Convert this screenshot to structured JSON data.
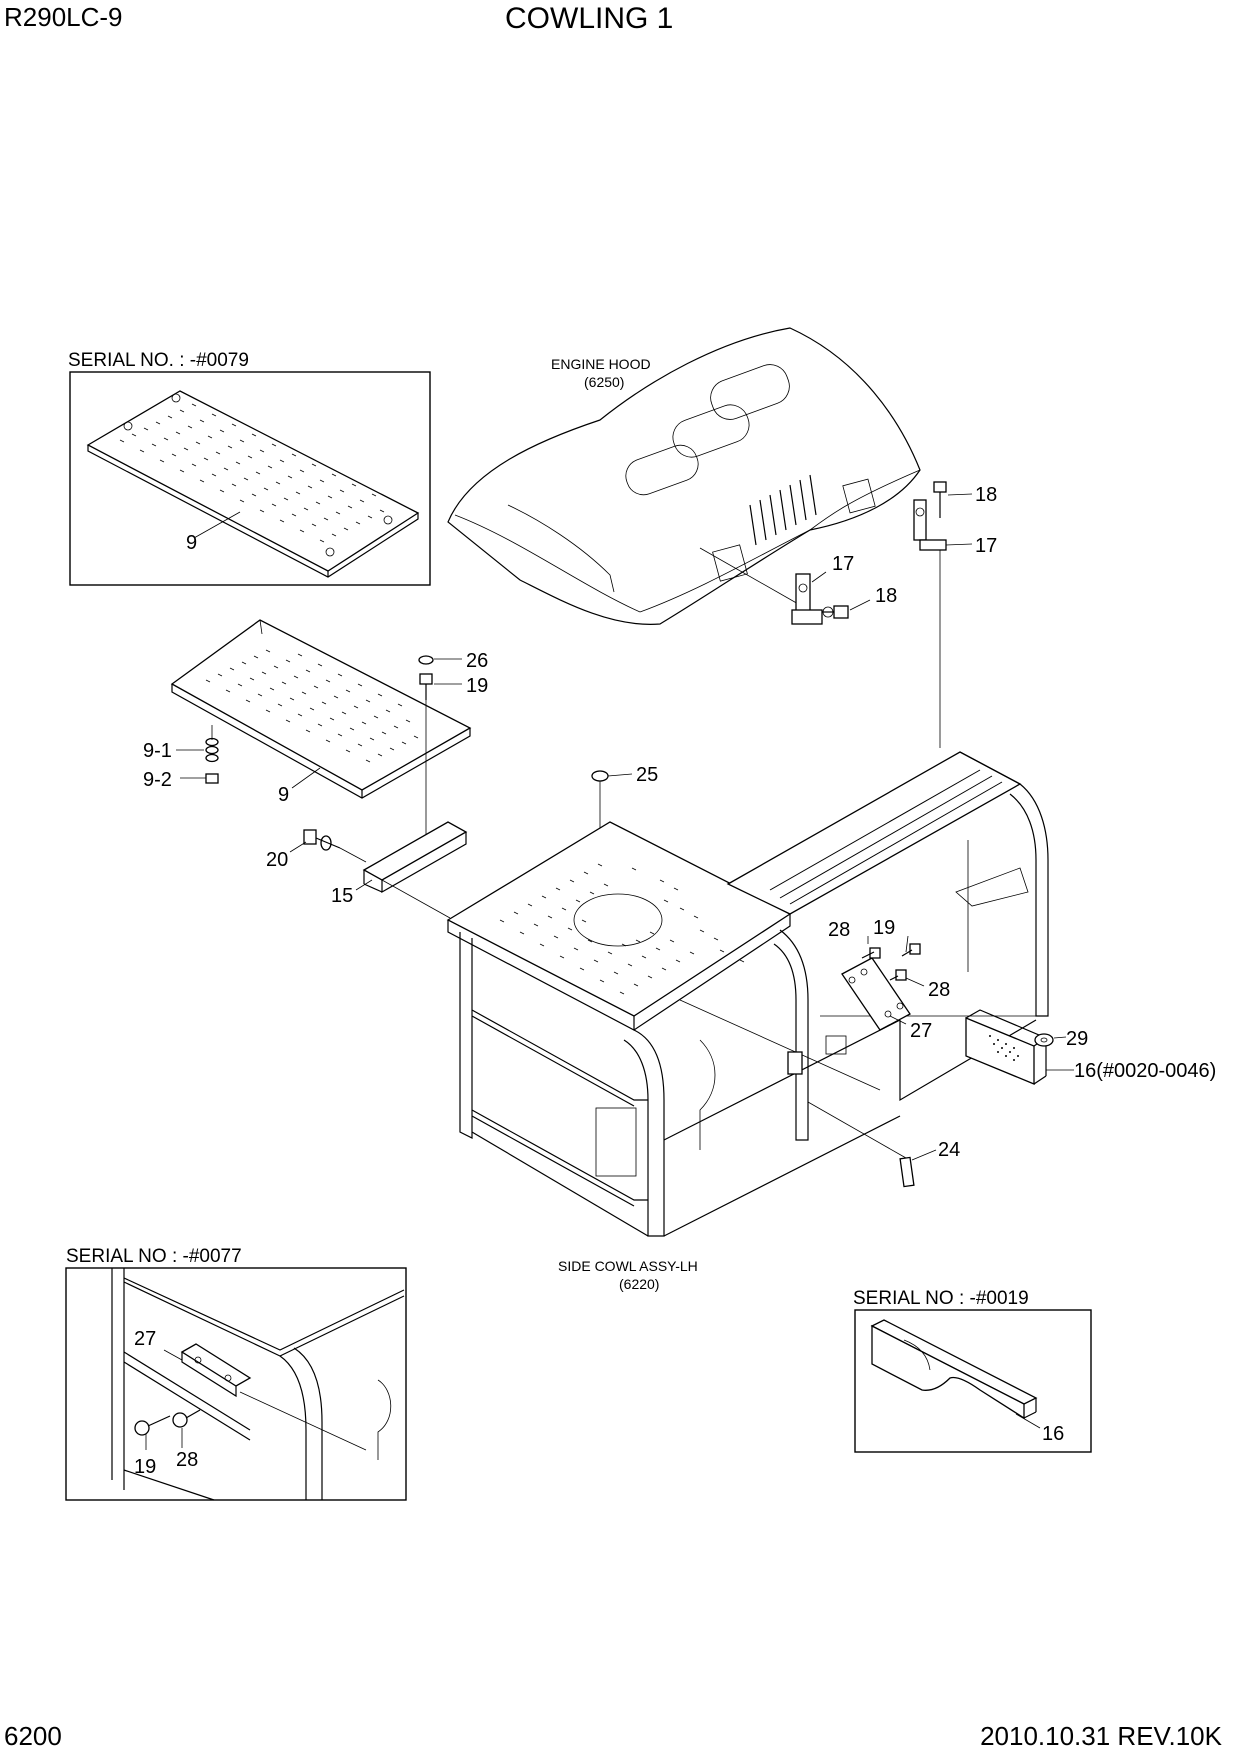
{
  "header": {
    "model": "R290LC-9",
    "title": "COWLING 1"
  },
  "footer": {
    "page_number": "6200",
    "revision": "2010.10.31  REV.10K"
  },
  "inset_boxes": {
    "top_left": {
      "serial_label": "SERIAL NO. : -#0079",
      "callout": "9"
    },
    "bottom_left": {
      "serial_label": "SERIAL NO : -#0077",
      "callouts": [
        "27",
        "19",
        "28"
      ]
    },
    "bottom_right": {
      "serial_label": "SERIAL NO : -#0019",
      "callout": "16"
    }
  },
  "reference_labels": {
    "engine_hood": {
      "name": "ENGINE HOOD",
      "ref": "(6250)"
    },
    "side_cowl": {
      "name": "SIDE COWL ASSY-LH",
      "ref": "(6220)"
    }
  },
  "callouts": {
    "c18_top": "18",
    "c17_top": "17",
    "c17_mid": "17",
    "c18_mid": "18",
    "c26": "26",
    "c19_top": "19",
    "c9_1": "9-1",
    "c9_2": "9-2",
    "c9": "9",
    "c25": "25",
    "c20": "20",
    "c15": "15",
    "c28_a": "28",
    "c19_mid": "19",
    "c28_b": "28",
    "c27": "27",
    "c29": "29",
    "c16_range": "16(#0020-0046)",
    "c24": "24"
  }
}
